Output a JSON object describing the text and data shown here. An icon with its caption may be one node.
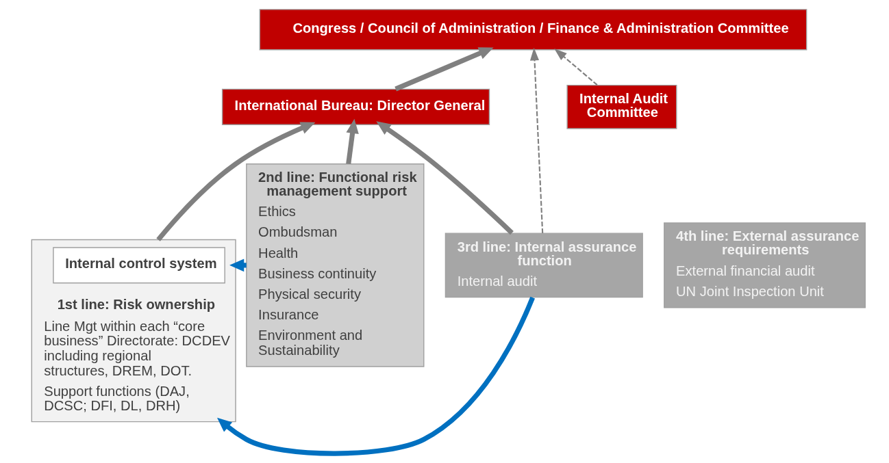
{
  "diagram": {
    "nodes": [
      {
        "text": [
          "Congress / Council of Administration / Finance & Administration Committee"
        ]
      },
      {
        "text": [
          "International Bureau: Director General"
        ]
      },
      {
        "text": [
          "Internal Audit Committee"
        ]
      },
      {
        "text": [
          "4th line: External assurance requirements",
          "External financial audit",
          "UN Joint Inspection Unit"
        ]
      },
      {
        "text": [
          "1st line: Risk ownership",
          "Line Mgt within each “core business” Directorate: DCDEV including regional structures, DREM, DOT.",
          "Support functions (DAJ, DCSC; DFI, DL, DRH)"
        ]
      },
      {
        "text": [
          "Internal control system"
        ],
        "in": 4
      },
      {
        "text": [
          "2nd line: Functional risk management support",
          "Ethics",
          "Ombudsman",
          "Health",
          "Business continuity",
          "Physical security",
          "Insurance",
          "Environment and Sustainability"
        ]
      },
      {
        "text": [
          "3rd line: Internal assurance function",
          "Internal audit"
        ]
      }
    ],
    "edges": [
      {
        "from": 1,
        "to": 0,
        "arrow": "to"
      },
      {
        "from": 4,
        "to": 1,
        "arrow": "to"
      },
      {
        "from": 6,
        "to": 1,
        "arrow": "to"
      },
      {
        "from": 7,
        "to": 1,
        "arrow": "to"
      },
      {
        "from": 7,
        "to": 0,
        "arrow": "to",
        "style": "dashed"
      },
      {
        "from": 2,
        "to": 0,
        "arrow": "to",
        "style": "dashed"
      },
      {
        "from": 6,
        "to": 4,
        "arrow": "to",
        "color": "#0070c0"
      },
      {
        "from": 7,
        "to": 4,
        "arrow": "to",
        "color": "#0070c0"
      }
    ]
  }
}
